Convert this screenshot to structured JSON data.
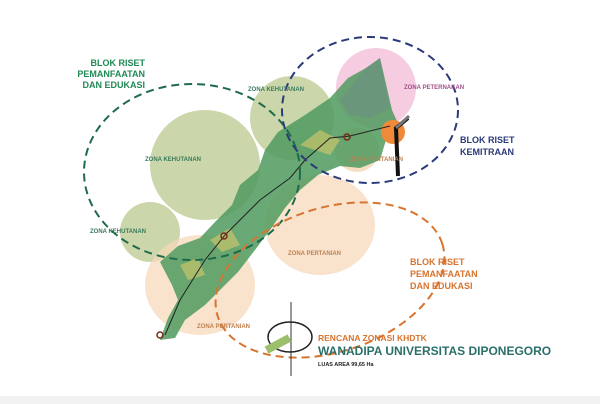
{
  "map": {
    "blocks": {
      "green": [
        "BLOK RISET",
        "PEMANFAATAN",
        "DAN EDUKASI"
      ],
      "blue": [
        "BLOK RISET",
        "KEMITRAAN"
      ],
      "orange": [
        "BLOK RISET",
        "PEMANFAATAN",
        "DAN EDUKASI"
      ]
    },
    "zones": {
      "kehutanan_top": "ZONA KEHUTANAN",
      "kehutanan_mid": "ZONA KEHUTANAN",
      "kehutanan_left": "ZONA KEHUTANAN",
      "peternakan": "ZONA PETERNAKAN",
      "pertanian_top": "ZONA PERTANIAN",
      "pertanian_mid": "ZONA PERTANIAN",
      "pertanian_bottom": "ZONA PERTANIAN"
    },
    "title": {
      "subtitle": "RENCANA ZONASI KHDTK",
      "main": "WANADIPA UNIVERSITAS DIPONEGORO",
      "area": "LUAS AREA 99,65 Ha"
    },
    "colors": {
      "green_block": "#1f8a55",
      "blue_block": "#2b3a7a",
      "orange_block": "#d8742e",
      "title": "#2a6f6a"
    }
  }
}
